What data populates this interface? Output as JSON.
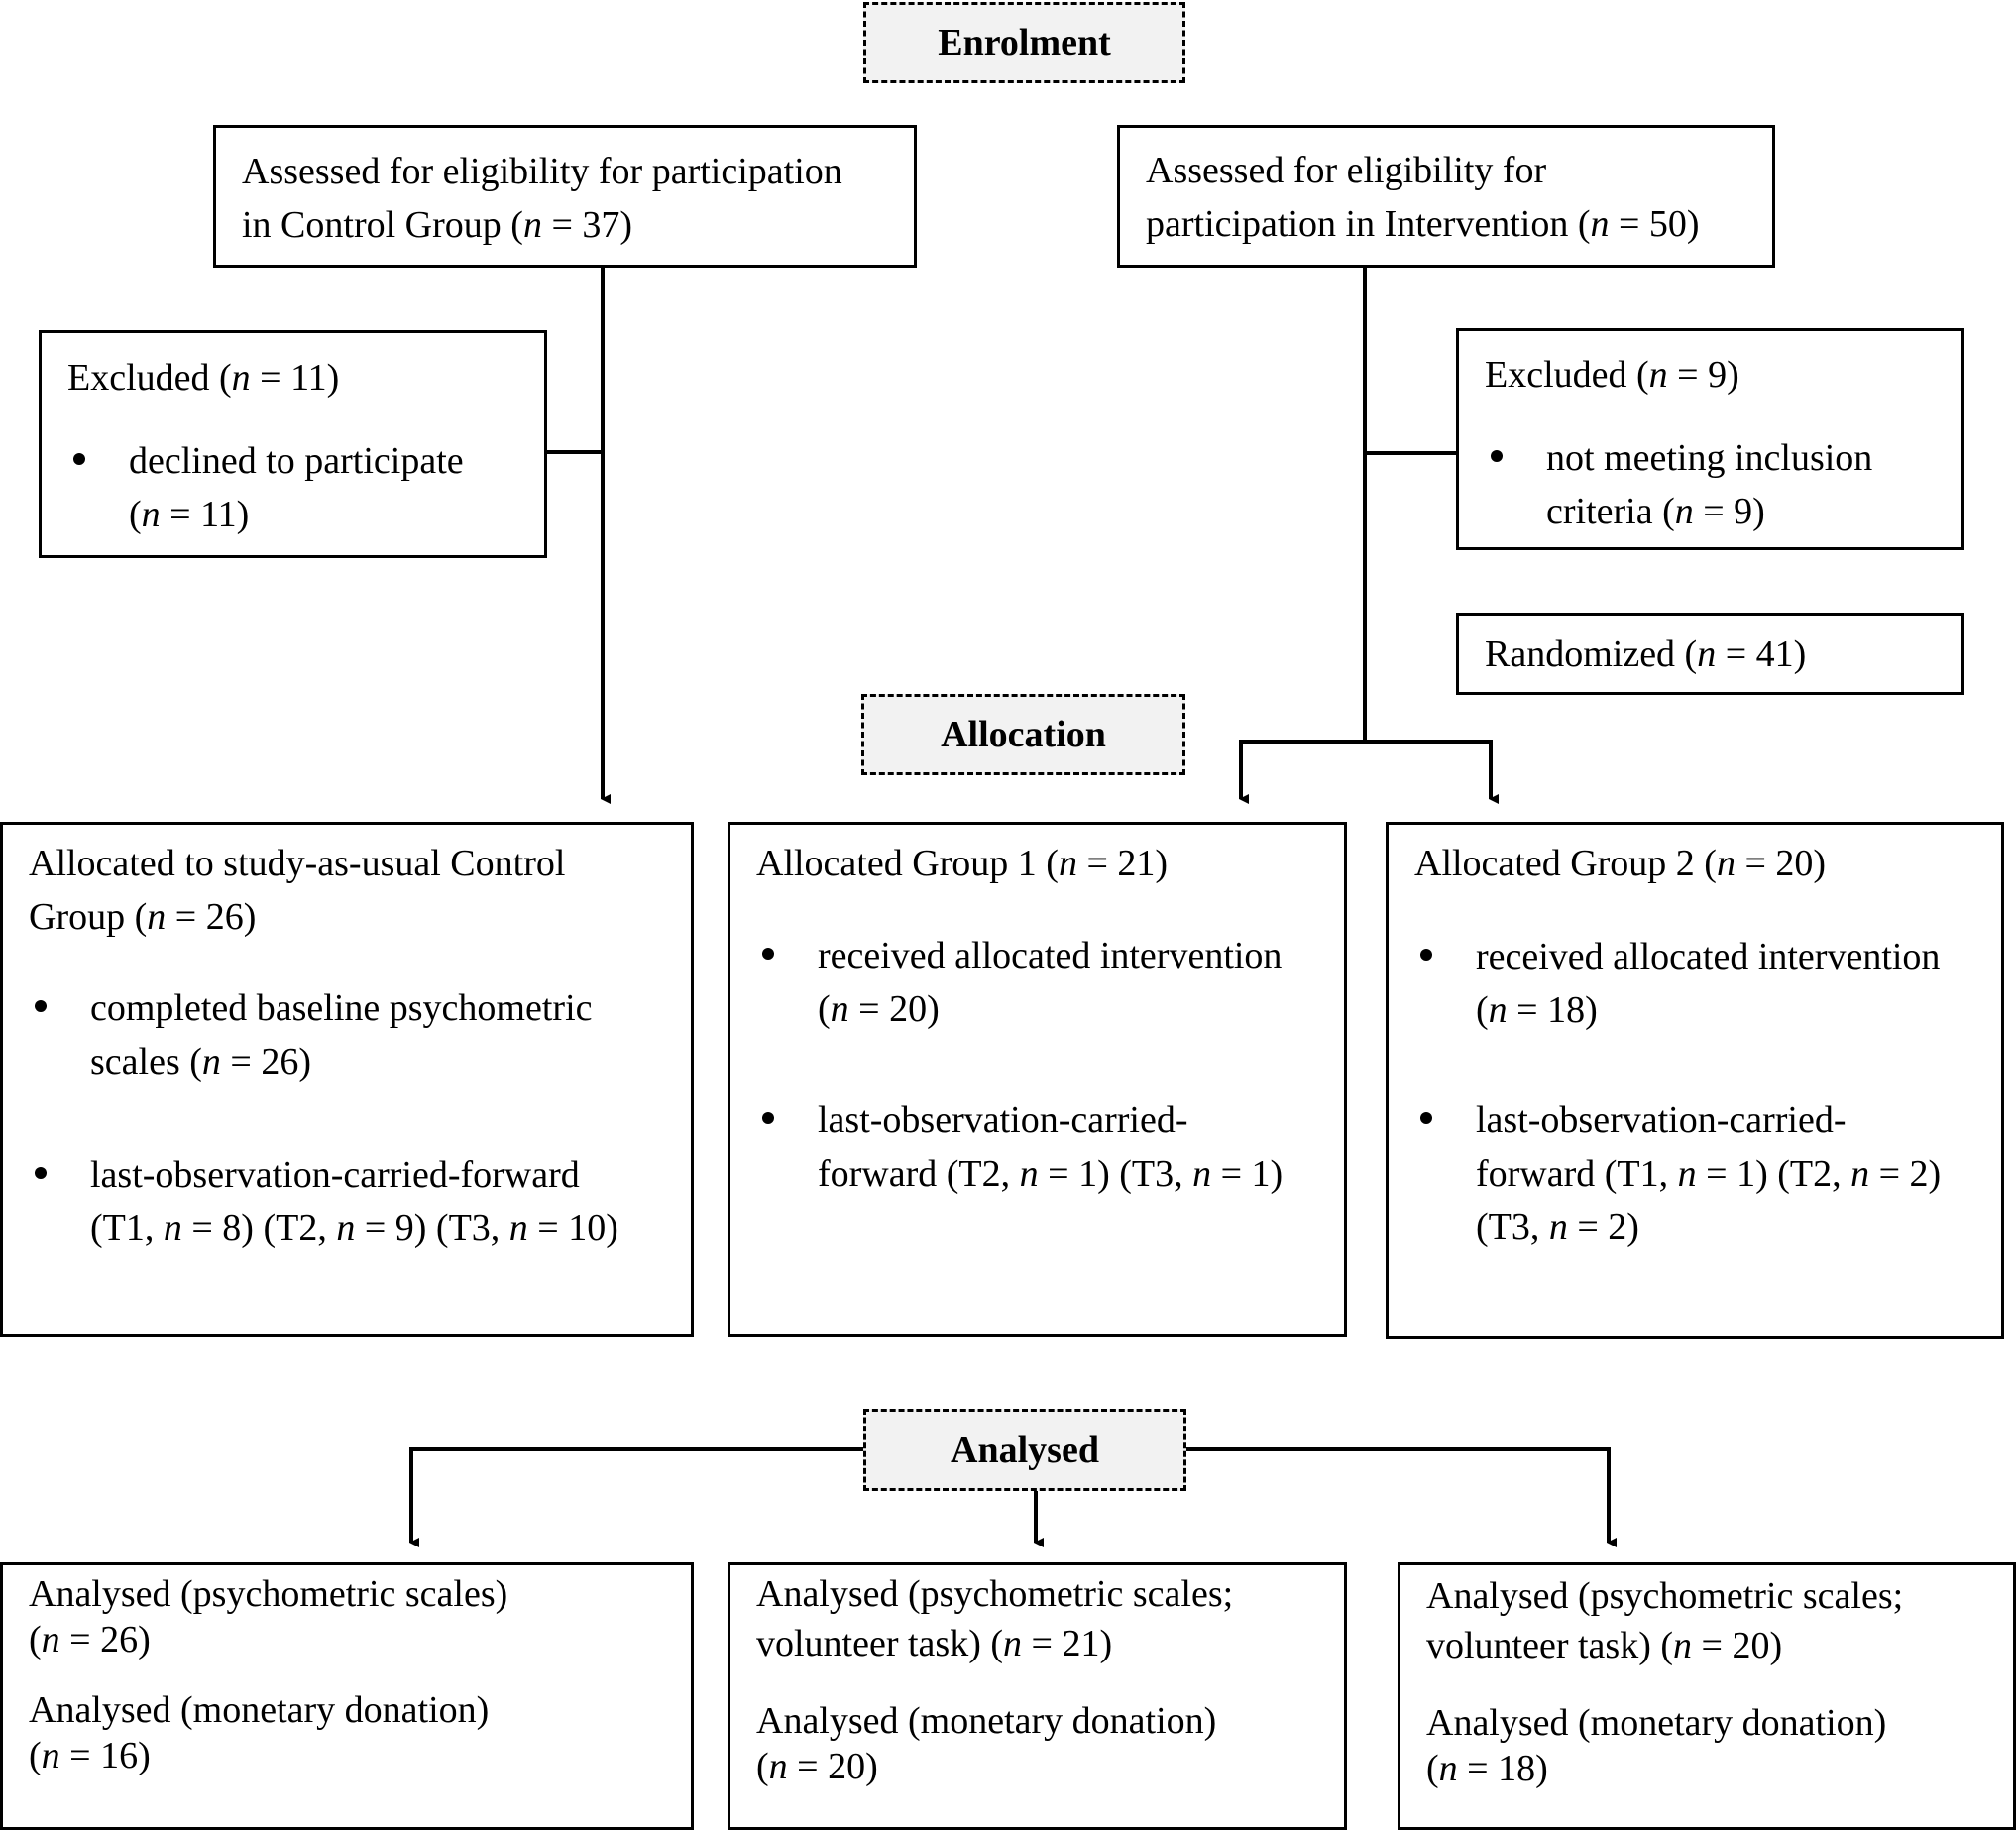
{
  "stages": {
    "enrolment": "Enrolment",
    "allocation": "Allocation",
    "analysed": "Analysed"
  },
  "eligibility_control": {
    "line1": "Assessed for eligibility for participation",
    "line2_pre": "in Control Group (",
    "n": "n",
    "line2_post": " = 37)"
  },
  "eligibility_intervention": {
    "line1": "Assessed for eligibility for",
    "line2_pre": "participation in Intervention (",
    "n": "n",
    "line2_post": " = 50)"
  },
  "excluded_control": {
    "title_pre": "Excluded (",
    "n": "n",
    "title_post": " = 11)",
    "bullet_line1": "declined to participate",
    "bullet_line2_pre": "(",
    "bullet_line2_post": " = 11)"
  },
  "excluded_intervention": {
    "title_pre": "Excluded (",
    "n": "n",
    "title_post": " = 9)",
    "bullet_line1": "not meeting inclusion",
    "bullet_line2_pre": "criteria (",
    "bullet_line2_post": " = 9)"
  },
  "randomized": {
    "pre": "Randomized (",
    "n": "n",
    "post": " = 41)"
  },
  "allocated_control": {
    "line1": "Allocated to study-as-usual Control",
    "line2_pre": "Group (",
    "n": "n",
    "line2_post": " = 26)",
    "b1_line1": "completed baseline psychometric",
    "b1_line2_pre": "scales (",
    "b1_line2_post": " = 26)",
    "b2_line1": "last-observation-carried-forward",
    "b2_line2_a": "(T1, ",
    "b2_line2_b": " = 8) (T2, ",
    "b2_line2_c": " = 9) (T3, ",
    "b2_line2_d": " = 10)"
  },
  "allocated_group1": {
    "title_pre": "Allocated Group 1 (",
    "n": "n",
    "title_post": " = 21)",
    "b1_line1": "received allocated intervention",
    "b1_line2_pre": "(",
    "b1_line2_post": " = 20)",
    "b2_line1": "last-observation-carried-",
    "b2_line2_a": "forward (T2, ",
    "b2_line2_b": " = 1) (T3, ",
    "b2_line2_c": " = 1)"
  },
  "allocated_group2": {
    "title_pre": "Allocated Group 2 (",
    "n": "n",
    "title_post": " = 20)",
    "b1_line1": "received allocated intervention",
    "b1_line2_pre": "(",
    "b1_line2_post": " = 18)",
    "b2_line1": "last-observation-carried-",
    "b2_line2_a": "forward (T1, ",
    "b2_line2_b": " = 1) (T2, ",
    "b2_line2_c": " = 2)",
    "b2_line3_pre": "(T3, ",
    "b2_line3_post": " = 2)"
  },
  "analysed_control": {
    "a1_line1": "Analysed (psychometric scales)",
    "a1_line2_pre": "(",
    "n": "n",
    "a1_line2_post": " = 26)",
    "a2_line1": "Analysed (monetary donation)",
    "a2_line2_pre": "(",
    "a2_line2_post": " = 16)"
  },
  "analysed_group1": {
    "a1_line1": "Analysed (psychometric scales;",
    "a1_line2_pre": "volunteer task) (",
    "n": "n",
    "a1_line2_post": " = 21)",
    "a2_line1": "Analysed (monetary donation)",
    "a2_line2_pre": "(",
    "a2_line2_post": " = 20)"
  },
  "analysed_group2": {
    "a1_line1": "Analysed (psychometric scales;",
    "a1_line2_pre": "volunteer task) (",
    "n": "n",
    "a1_line2_post": " = 20)",
    "a2_line1": "Analysed (monetary donation)",
    "a2_line2_pre": "(",
    "a2_line2_post": " = 18)"
  }
}
